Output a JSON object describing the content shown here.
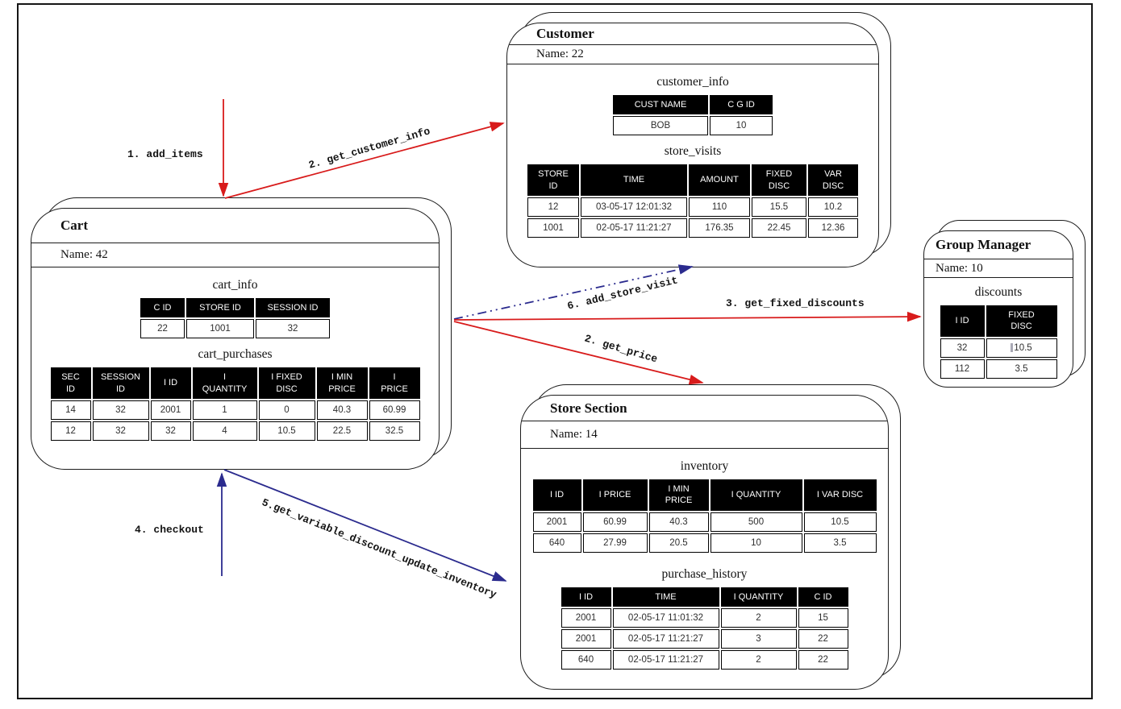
{
  "colors": {
    "arrow_red": "#d81b1b",
    "arrow_navy": "#2b2b8e",
    "table_header_bg": "#000000",
    "table_header_text": "#ffffff",
    "box_border": "#1c1c1c"
  },
  "entities": {
    "cart": {
      "title": "Cart",
      "name": "Name: 42",
      "tables": {
        "cart_info": {
          "caption": "cart_info",
          "headers": [
            "C ID",
            "STORE ID",
            "SESSION ID"
          ],
          "rows": [
            [
              "22",
              "1001",
              "32"
            ]
          ]
        },
        "cart_purchases": {
          "caption": "cart_purchases",
          "headers": [
            "SEC\nID",
            "SESSION\nID",
            "I ID",
            "I\nQUANTITY",
            "I FIXED\nDISC",
            "I MIN\nPRICE",
            "I\nPRICE"
          ],
          "rows": [
            [
              "14",
              "32",
              "2001",
              "1",
              "0",
              "40.3",
              "60.99"
            ],
            [
              "12",
              "32",
              "32",
              "4",
              "10.5",
              "22.5",
              "32.5"
            ]
          ]
        }
      }
    },
    "customer": {
      "title": "Customer",
      "name": "Name: 22",
      "tables": {
        "customer_info": {
          "caption": "customer_info",
          "headers": [
            "CUST NAME",
            "C G ID"
          ],
          "rows": [
            [
              "BOB",
              "10"
            ]
          ]
        },
        "store_visits": {
          "caption": "store_visits",
          "headers": [
            "STORE\nID",
            "TIME",
            "AMOUNT",
            "FIXED\nDISC",
            "VAR\nDISC"
          ],
          "rows": [
            [
              "12",
              "03-05-17 12:01:32",
              "110",
              "15.5",
              "10.2"
            ],
            [
              "1001",
              "02-05-17 11:21:27",
              "176.35",
              "22.45",
              "12.36"
            ]
          ]
        }
      }
    },
    "group_manager": {
      "title": "Group Manager",
      "name": "Name: 10",
      "tables": {
        "discounts": {
          "caption": "discounts",
          "headers": [
            "I ID",
            "FIXED\nDISC"
          ],
          "rows": [
            [
              "32",
              "10.5"
            ],
            [
              "112",
              "3.5"
            ]
          ],
          "caret": [
            0,
            1
          ]
        }
      }
    },
    "store_section": {
      "title": "Store Section",
      "name": "Name: 14",
      "tables": {
        "inventory": {
          "caption": "inventory",
          "headers": [
            "I ID",
            "I PRICE",
            "I MIN\nPRICE",
            "I QUANTITY",
            "I VAR DISC"
          ],
          "rows": [
            [
              "2001",
              "60.99",
              "40.3",
              "500",
              "10.5"
            ],
            [
              "640",
              "27.99",
              "20.5",
              "10",
              "3.5"
            ]
          ]
        },
        "purchase_history": {
          "caption": "purchase_history",
          "headers": [
            "I ID",
            "TIME",
            "I QUANTITY",
            "C ID"
          ],
          "rows": [
            [
              "2001",
              "02-05-17 11:01:32",
              "2",
              "15"
            ],
            [
              "2001",
              "02-05-17 11:21:27",
              "3",
              "22"
            ],
            [
              "640",
              "02-05-17 11:21:27",
              "2",
              "22"
            ]
          ]
        }
      }
    }
  },
  "arrows": [
    {
      "name": "add-items",
      "label": "1. add_items",
      "color": "red",
      "line": "solid"
    },
    {
      "name": "get-customer-info",
      "label": "2. get_customer_info",
      "color": "red",
      "line": "solid"
    },
    {
      "name": "get-fixed-discounts",
      "label": "3. get_fixed_discounts",
      "color": "red",
      "line": "solid"
    },
    {
      "name": "get-price",
      "label": "2. get_price",
      "color": "red",
      "line": "solid"
    },
    {
      "name": "checkout",
      "label": "4. checkout",
      "color": "navy",
      "line": "solid"
    },
    {
      "name": "get-variable-discount-update-inventory",
      "label": "5.get_variable_discount_update_inventory",
      "color": "navy",
      "line": "solid"
    },
    {
      "name": "add-store-visit",
      "label": "6. add_store_visit",
      "color": "navy",
      "line": "dash-dot-dot"
    }
  ]
}
